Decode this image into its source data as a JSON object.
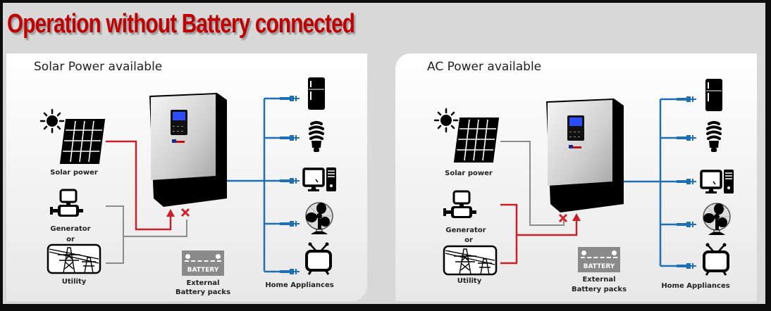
{
  "title": "Operation without Battery connected",
  "colors": {
    "title": "#c00000",
    "active_line": "#c8202a",
    "inactive_line": "#8c8c8c",
    "output_line": "#1f6fb5",
    "blocked_marker": "#d0202a"
  },
  "panels": [
    {
      "title": "Solar Power available",
      "solar_label": "Solar power",
      "generator_label": "Generator",
      "or_label": "or",
      "utility_label": "Utility",
      "battery_text": "BATTERY",
      "battery_label_line1": "External",
      "battery_label_line2": "Battery packs",
      "appliances_label": "Home Appliances",
      "active_source": "solar",
      "blocked_source": "generator/utility"
    },
    {
      "title": "AC Power available",
      "solar_label": "Solar power",
      "generator_label": "Generator",
      "or_label": "or",
      "utility_label": "Utility",
      "battery_text": "BATTERY",
      "battery_label_line1": "External",
      "battery_label_line2": "Battery packs",
      "appliances_label": "Home Appliances",
      "active_source": "generator/utility",
      "blocked_source": "solar"
    }
  ],
  "appliances": [
    "refrigerator-icon",
    "light-bulb-icon",
    "computer-icon",
    "fan-icon",
    "tv-icon"
  ]
}
